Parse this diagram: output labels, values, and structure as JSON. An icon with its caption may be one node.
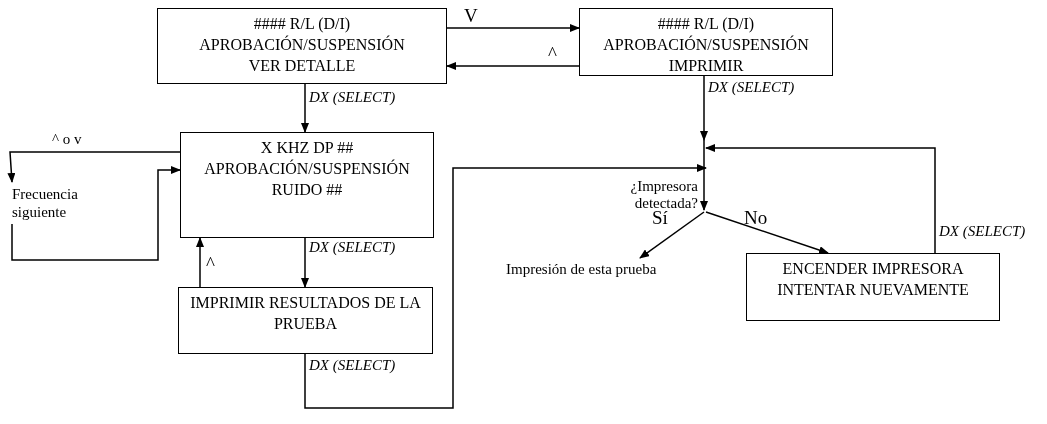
{
  "diagram": {
    "nodes": [
      {
        "text": [
          "#### R/L (D/I)",
          "APROBACIÓN/SUSPENSIÓN",
          "VER DETALLE"
        ]
      },
      {
        "text": [
          "#### R/L (D/I)",
          "APROBACIÓN/SUSPENSIÓN",
          "IMPRIMIR"
        ]
      },
      {
        "text": [
          "X KHZ DP ##",
          "APROBACIÓN/SUSPENSIÓN",
          "RUIDO ##"
        ]
      },
      {
        "text": [
          "Frecuencia siguiente"
        ]
      },
      {
        "text": [
          "IMPRIMIR RESULTADOS DE LA PRUEBA"
        ]
      },
      {
        "text": [
          "¿Impresora detectada?"
        ]
      },
      {
        "text": [
          "Impresión de esta prueba"
        ]
      },
      {
        "text": [
          "ENCENDER IMPRESORA",
          "INTENTAR NUEVAMENTE"
        ]
      }
    ],
    "edges": [
      {
        "from": 0,
        "to": 1,
        "arrow": "to",
        "label": "V"
      },
      {
        "from": 1,
        "to": 0,
        "arrow": "to",
        "label": "^"
      },
      {
        "from": 0,
        "to": 2,
        "arrow": "to",
        "label": "DX (SELECT)"
      },
      {
        "from": 1,
        "to": 5,
        "arrow": "to",
        "label": "DX (SELECT)"
      },
      {
        "from": 2,
        "to": 3,
        "arrow": "to",
        "label": "^ o v"
      },
      {
        "from": 3,
        "to": 2,
        "arrow": "to"
      },
      {
        "from": 2,
        "to": 4,
        "arrow": "to",
        "label": "DX (SELECT)"
      },
      {
        "from": 4,
        "to": 2,
        "arrow": "to",
        "label": "^"
      },
      {
        "from": 4,
        "to": 5,
        "arrow": "to",
        "label": "DX (SELECT)"
      },
      {
        "from": 5,
        "to": 6,
        "arrow": "to",
        "label": "Sí"
      },
      {
        "from": 5,
        "to": 7,
        "arrow": "to",
        "label": "No"
      },
      {
        "from": 7,
        "to": 5,
        "arrow": "to",
        "label": "DX (SELECT)"
      }
    ]
  }
}
